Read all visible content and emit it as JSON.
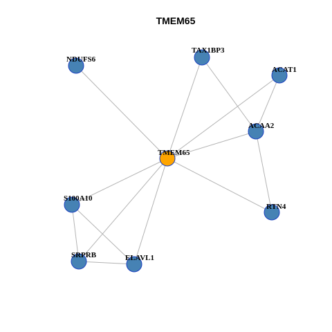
{
  "title": "TMEM65",
  "colors": {
    "hub": "#FFA500",
    "node": "#4682B4",
    "node_border": "#1A3FBF",
    "edge": "#B3B3B3"
  },
  "nodes": [
    {
      "id": "TMEM65",
      "hub": true
    },
    {
      "id": "NDUFS6"
    },
    {
      "id": "TAX1BP3"
    },
    {
      "id": "ACAT1"
    },
    {
      "id": "ACAA2"
    },
    {
      "id": "RTN4"
    },
    {
      "id": "S100A10"
    },
    {
      "id": "SRPRB"
    },
    {
      "id": "ELAVL1"
    }
  ],
  "edges": [
    [
      "TMEM65",
      "NDUFS6"
    ],
    [
      "TMEM65",
      "TAX1BP3"
    ],
    [
      "TMEM65",
      "ACAT1"
    ],
    [
      "TMEM65",
      "ACAA2"
    ],
    [
      "TMEM65",
      "RTN4"
    ],
    [
      "TMEM65",
      "S100A10"
    ],
    [
      "TMEM65",
      "SRPRB"
    ],
    [
      "TMEM65",
      "ELAVL1"
    ],
    [
      "TAX1BP3",
      "ACAA2"
    ],
    [
      "ACAT1",
      "ACAA2"
    ],
    [
      "ACAA2",
      "RTN4"
    ],
    [
      "S100A10",
      "SRPRB"
    ],
    [
      "S100A10",
      "ELAVL1"
    ],
    [
      "SRPRB",
      "ELAVL1"
    ]
  ]
}
